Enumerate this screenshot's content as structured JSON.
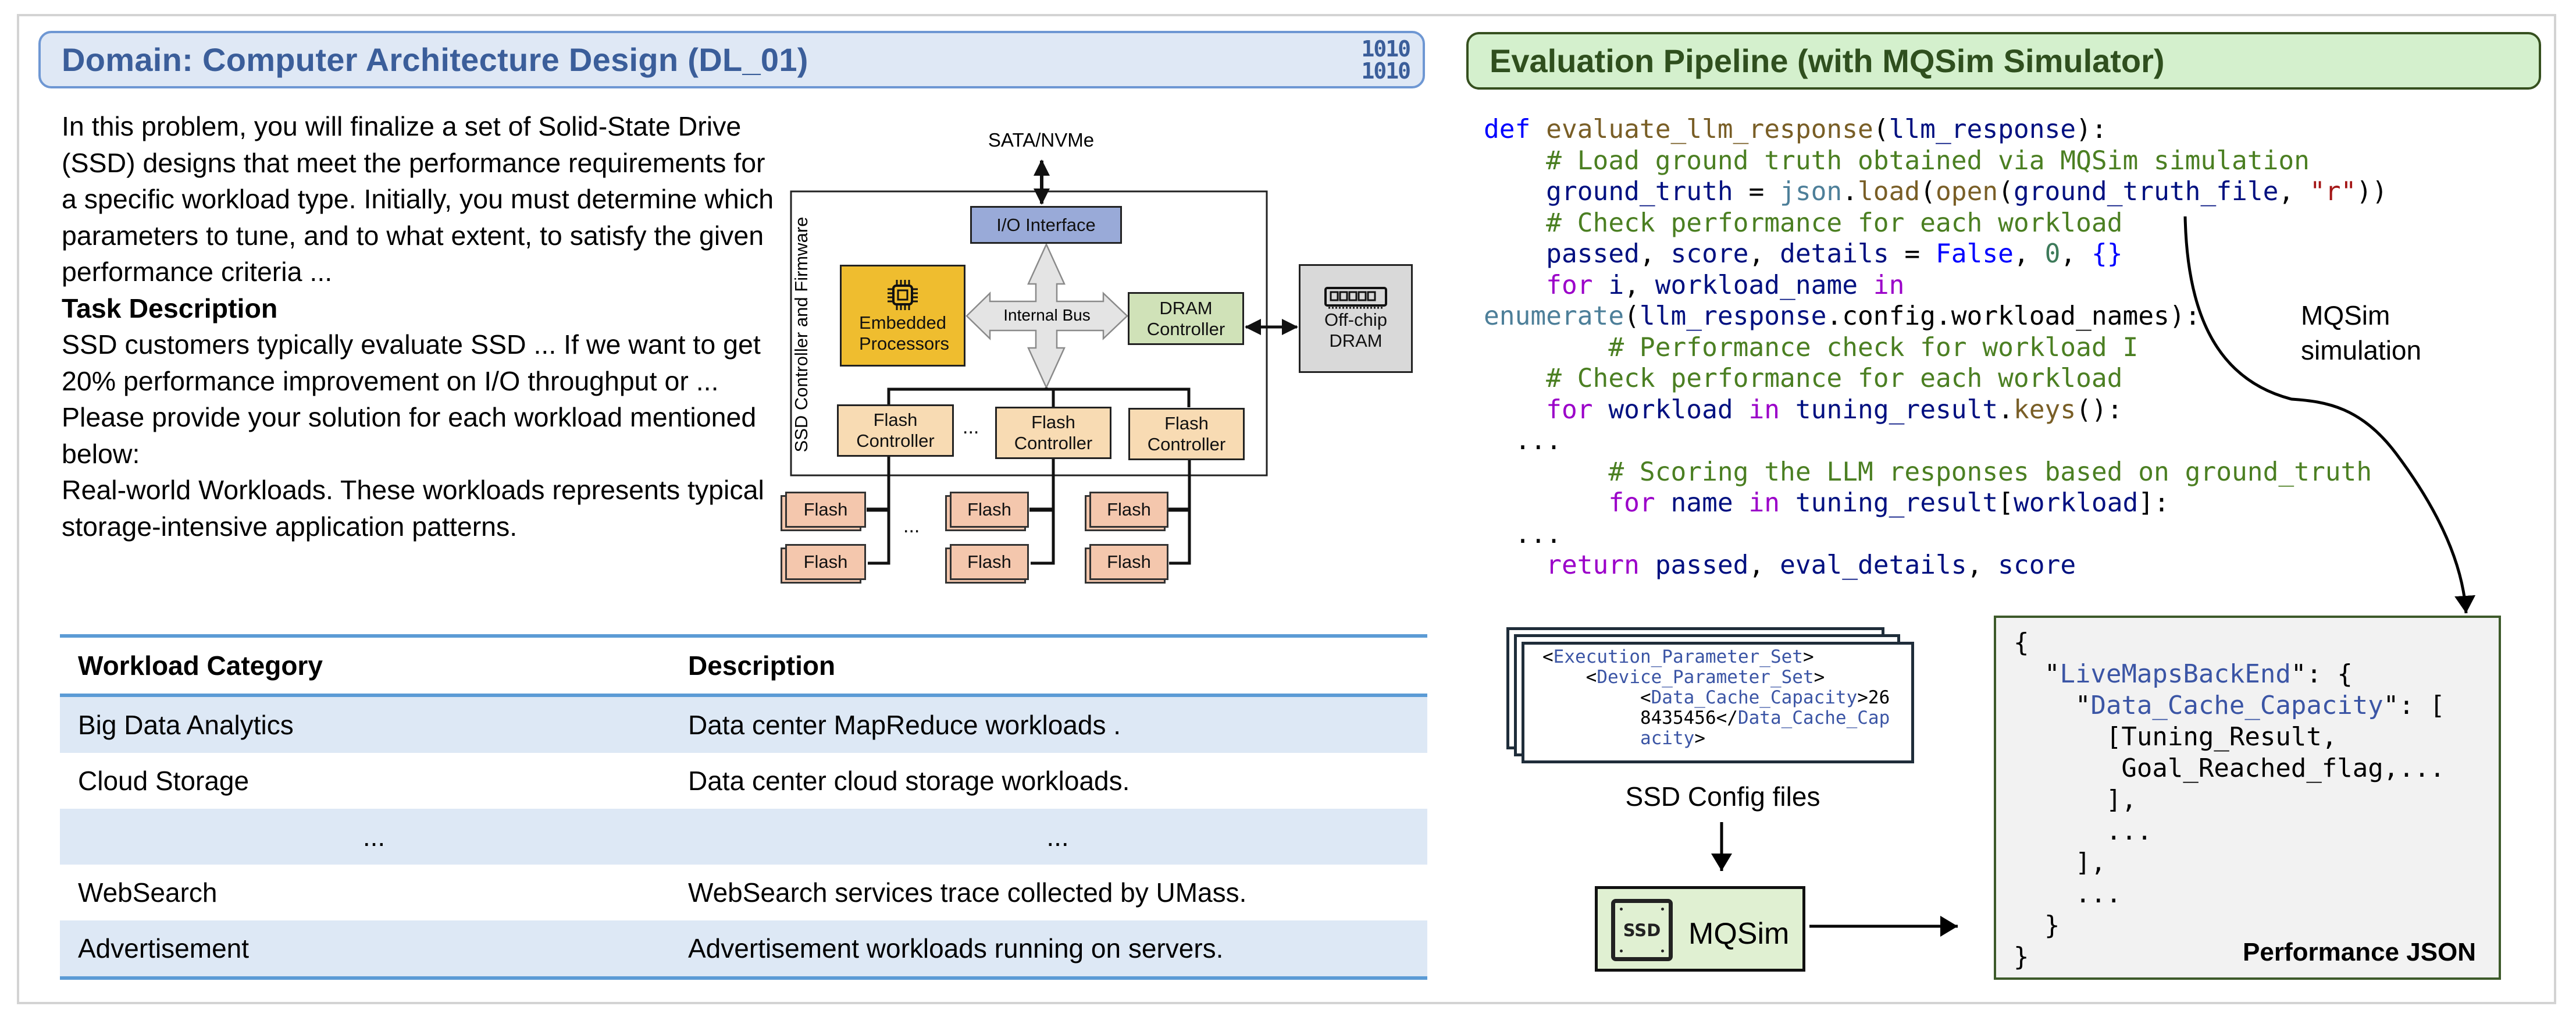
{
  "left_panel": {
    "header": {
      "title": "Domain: Computer Architecture Design (DL_01)",
      "icon": "binary-1010-icon",
      "icon_text": [
        "1010",
        "1010"
      ]
    },
    "intro": {
      "paragraph": "In this problem, you will finalize a set of Solid-State Drive (SSD) designs that meet the performance requirements for a specific workload type. Initially, you must determine which parameters to tune, and to what extent, to satisfy the given performance criteria ...",
      "task_heading": "Task Description",
      "task_text": "SSD customers typically evaluate SSD ...  If we want to get 20% performance improvement on I/O throughput or ... Please provide your solution for each workload mentioned below:",
      "workloads_text": "Real-world Workloads. These workloads represents typical storage-intensive application patterns."
    },
    "diagram": {
      "host_interface": "SATA/NVMe",
      "controller_label": "SSD Controller and Firmware",
      "io_interface": "I/O Interface",
      "embedded_processors": "Embedded Processors",
      "internal_bus": "Internal Bus",
      "dram_controller": "DRAM Controller",
      "offchip_dram": "Off-chip DRAM",
      "flash_controller": "Flash Controller",
      "flash": "Flash",
      "ellipsis": "...",
      "colors": {
        "io_interface": "#99aad8",
        "embedded": "#efbd2f",
        "dram_controller": "#d0e2b8",
        "offchip": "#d9d9d9",
        "flash_controller": "#f8dbb3",
        "flash": "#f4c7ad",
        "bus": "#e4e4e4"
      }
    },
    "table": {
      "headers": [
        "Workload Category",
        "Description"
      ],
      "rows": [
        [
          "Big Data Analytics",
          "Data center MapReduce workloads ."
        ],
        [
          "Cloud Storage",
          "Data center cloud storage workloads."
        ],
        [
          "...",
          "..."
        ],
        [
          "WebSearch",
          "WebSearch services trace collected by UMass."
        ],
        [
          "Advertisement",
          "Advertisement workloads running on servers."
        ]
      ]
    }
  },
  "right_panel": {
    "header": {
      "title": "Evaluation Pipeline (with MQSim Simulator)"
    },
    "code_lines": [
      [
        [
          "kw",
          "def "
        ],
        [
          "fn",
          "evaluate_llm_response"
        ],
        [
          "",
          "("
        ],
        [
          "vr",
          "llm_response"
        ],
        [
          "",
          "):"
        ]
      ],
      [
        [
          "",
          "    "
        ],
        [
          "cm",
          "# Load ground truth obtained via MQSim simulation"
        ]
      ],
      [
        [
          "",
          "    "
        ],
        [
          "vr",
          "ground_truth"
        ],
        [
          "",
          " = "
        ],
        [
          "bi",
          "json"
        ],
        [
          "",
          "."
        ],
        [
          "fn",
          "load"
        ],
        [
          "",
          "("
        ],
        [
          "fn",
          "open"
        ],
        [
          "",
          "("
        ],
        [
          "vr",
          "ground_truth_file"
        ],
        [
          "",
          ", "
        ],
        [
          "st",
          "\"r\""
        ],
        [
          "",
          "))"
        ]
      ],
      [
        [
          "",
          "    "
        ],
        [
          "cm",
          "# Check performance for each workload"
        ]
      ],
      [
        [
          "",
          "    "
        ],
        [
          "vr",
          "passed"
        ],
        [
          "",
          ", "
        ],
        [
          "vr",
          "score"
        ],
        [
          "",
          ", "
        ],
        [
          "vr",
          "details"
        ],
        [
          "",
          " = "
        ],
        [
          "kw",
          "False"
        ],
        [
          "",
          ", "
        ],
        [
          "nm",
          "0"
        ],
        [
          "",
          ", "
        ],
        [
          "kw",
          "{}"
        ]
      ],
      [
        [
          "",
          "    "
        ],
        [
          "ct",
          "for "
        ],
        [
          "vr",
          "i"
        ],
        [
          "",
          ", "
        ],
        [
          "vr",
          "workload_name"
        ],
        [
          "ct",
          " in"
        ]
      ],
      [
        [
          "bi",
          "enumerate"
        ],
        [
          "",
          "("
        ],
        [
          "vr",
          "llm_response"
        ],
        [
          "",
          ".config.workload_names):"
        ]
      ],
      [
        [
          "",
          "        "
        ],
        [
          "cm",
          "# Performance check for workload I"
        ]
      ],
      [
        [
          "",
          "    "
        ],
        [
          "cm",
          "# Check performance for each workload"
        ]
      ],
      [
        [
          "",
          "    "
        ],
        [
          "ct",
          "for "
        ],
        [
          "vr",
          "workload"
        ],
        [
          "ct",
          " in "
        ],
        [
          "vr",
          "tuning_result"
        ],
        [
          "",
          "."
        ],
        [
          "fn",
          "keys"
        ],
        [
          "",
          "():"
        ]
      ],
      [
        [
          "",
          "  ..."
        ]
      ],
      [
        [
          "",
          "        "
        ],
        [
          "cm",
          "# Scoring the LLM responses based on ground_truth"
        ]
      ],
      [
        [
          "",
          "        "
        ],
        [
          "ct",
          "for "
        ],
        [
          "vr",
          "name"
        ],
        [
          "ct",
          " in "
        ],
        [
          "vr",
          "tuning_result"
        ],
        [
          "",
          "["
        ],
        [
          "vr",
          "workload"
        ],
        [
          "",
          "]:"
        ]
      ],
      [
        [
          "",
          "  ..."
        ]
      ],
      [
        [
          "",
          "    "
        ],
        [
          "ct",
          "return "
        ],
        [
          "vr",
          "passed"
        ],
        [
          "",
          ", "
        ],
        [
          "vr",
          "eval_details"
        ],
        [
          "",
          ", "
        ],
        [
          "vr",
          "score"
        ]
      ]
    ],
    "arrow_label": [
      "MQSim",
      "simulation"
    ],
    "config_file": {
      "lines": [
        [
          [
            "",
            "<"
          ],
          [
            "tg",
            "Execution_Parameter_Set"
          ],
          [
            "",
            ">"
          ]
        ],
        [
          [
            "",
            "    <"
          ],
          [
            "tg",
            "Device_Parameter_Set"
          ],
          [
            "",
            ">"
          ]
        ],
        [
          [
            "",
            "         <"
          ],
          [
            "tg",
            "Data_Cache_Capacity"
          ],
          [
            "",
            ">26"
          ]
        ],
        [
          [
            "",
            "         8435456</"
          ],
          [
            "tg",
            "Data_Cache_Cap"
          ]
        ],
        [
          [
            "",
            "         "
          ],
          [
            "tg",
            "acity"
          ],
          [
            "",
            ">"
          ]
        ]
      ],
      "label": "SSD Config files"
    },
    "simulator": {
      "icon_text": "SSD",
      "label": "MQSim"
    },
    "performance_json": {
      "lines": [
        [
          [
            "",
            "{"
          ]
        ],
        [
          [
            "",
            "  \""
          ],
          [
            "tg",
            "LiveMapsBackEnd"
          ],
          [
            "",
            "\": {"
          ]
        ],
        [
          [
            "",
            "    \""
          ],
          [
            "tg",
            "Data_Cache_Capacity"
          ],
          [
            "",
            "\": ["
          ]
        ],
        [
          [
            "",
            "      [Tuning_Result,"
          ]
        ],
        [
          [
            "",
            "       Goal_Reached_flag,..."
          ]
        ],
        [
          [
            "",
            "      ],"
          ]
        ],
        [
          [
            "",
            "      ..."
          ]
        ],
        [
          [
            "",
            "    ],"
          ]
        ],
        [
          [
            "",
            "    ..."
          ]
        ],
        [
          [
            "",
            "  }"
          ]
        ],
        [
          [
            "",
            "}"
          ]
        ]
      ],
      "label": "Performance JSON"
    }
  }
}
